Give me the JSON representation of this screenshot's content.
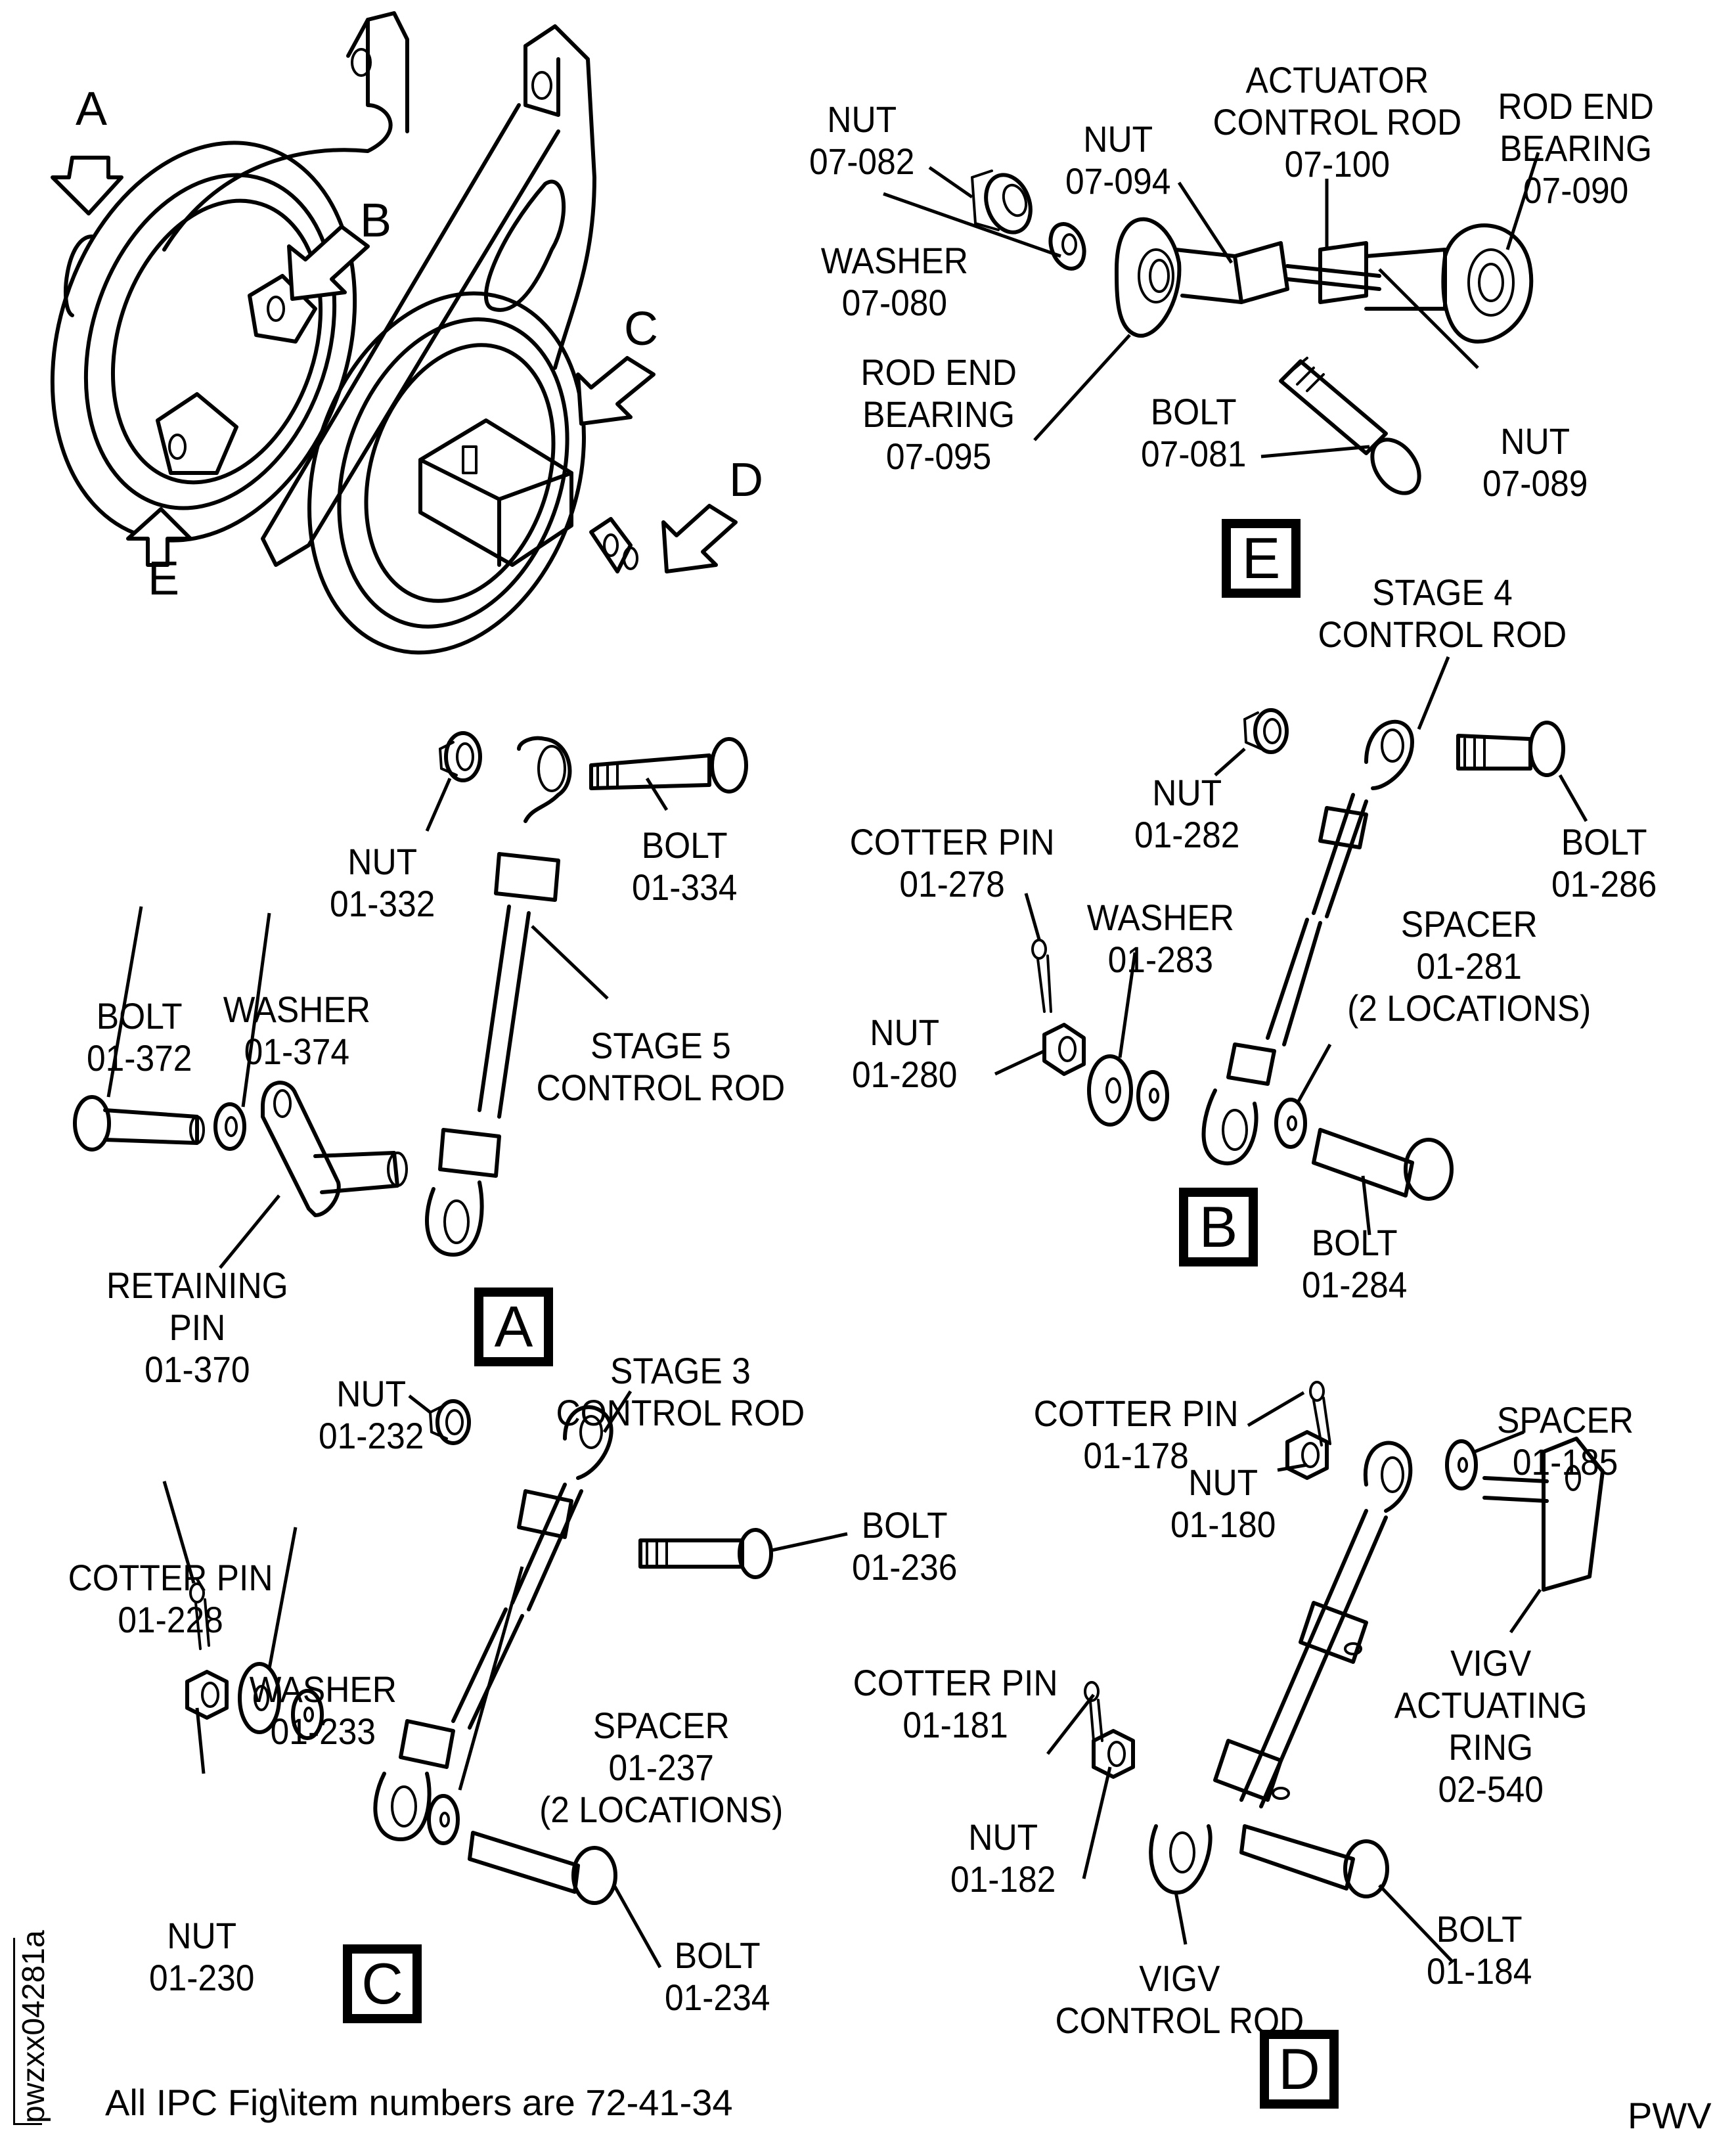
{
  "figure": {
    "footnote": "All IPC Fig\\item numbers are 72-41-34",
    "drawing_code": "pwzxx04281a",
    "source_mark": "PWV"
  },
  "overview": {
    "arrows": [
      {
        "letter": "A"
      },
      {
        "letter": "B"
      },
      {
        "letter": "C"
      },
      {
        "letter": "D"
      },
      {
        "letter": "E"
      }
    ]
  },
  "views": {
    "E": {
      "title": "E",
      "parts": [
        {
          "name": "NUT",
          "number": "07-082"
        },
        {
          "name": "NUT",
          "number": "07-094"
        },
        {
          "name": "ACTUATOR CONTROL ROD",
          "line1": "ACTUATOR",
          "line2": "CONTROL ROD",
          "number": "07-100"
        },
        {
          "name": "ROD END BEARING",
          "line1": "ROD END",
          "line2": "BEARING",
          "number": "07-090"
        },
        {
          "name": "WASHER",
          "number": "07-080"
        },
        {
          "name": "ROD END BEARING",
          "line1": "ROD END",
          "line2": "BEARING",
          "number": "07-095"
        },
        {
          "name": "BOLT",
          "number": "07-081"
        },
        {
          "name": "NUT",
          "number": "07-089"
        }
      ]
    },
    "B": {
      "title": "B",
      "parts": [
        {
          "name": "STAGE 4 CONTROL ROD",
          "line1": "STAGE 4",
          "line2": "CONTROL ROD"
        },
        {
          "name": "NUT",
          "number": "01-282"
        },
        {
          "name": "BOLT",
          "number": "01-286"
        },
        {
          "name": "COTTER PIN",
          "number": "01-278"
        },
        {
          "name": "WASHER",
          "number": "01-283"
        },
        {
          "name": "SPACER",
          "number": "01-281",
          "note": "(2 LOCATIONS)"
        },
        {
          "name": "NUT",
          "number": "01-280"
        },
        {
          "name": "BOLT",
          "number": "01-284"
        }
      ]
    },
    "A": {
      "title": "A",
      "parts": [
        {
          "name": "NUT",
          "number": "01-332"
        },
        {
          "name": "BOLT",
          "number": "01-334"
        },
        {
          "name": "BOLT",
          "number": "01-372"
        },
        {
          "name": "WASHER",
          "number": "01-374"
        },
        {
          "name": "STAGE 5 CONTROL ROD",
          "line1": "STAGE 5",
          "line2": "CONTROL ROD"
        },
        {
          "name": "RETAINING PIN",
          "line1": "RETAINING",
          "line2": "PIN",
          "number": "01-370"
        }
      ]
    },
    "C": {
      "title": "C",
      "parts": [
        {
          "name": "NUT",
          "number": "01-232"
        },
        {
          "name": "STAGE 3 CONTROL ROD",
          "line1": "STAGE 3",
          "line2": "CONTROL ROD"
        },
        {
          "name": "BOLT",
          "number": "01-236"
        },
        {
          "name": "COTTER PIN",
          "number": "01-228"
        },
        {
          "name": "WASHER",
          "number": "01-233"
        },
        {
          "name": "SPACER",
          "number": "01-237",
          "note": "(2 LOCATIONS)"
        },
        {
          "name": "NUT",
          "number": "01-230"
        },
        {
          "name": "BOLT",
          "number": "01-234"
        }
      ]
    },
    "D": {
      "title": "D",
      "parts": [
        {
          "name": "COTTER PIN",
          "number": "01-178"
        },
        {
          "name": "SPACER",
          "number": "01-185"
        },
        {
          "name": "NUT",
          "number": "01-180"
        },
        {
          "name": "COTTER PIN",
          "number": "01-181"
        },
        {
          "name": "VIGV ACTUATING RING",
          "line1": "VIGV",
          "line2": "ACTUATING",
          "line3": "RING",
          "number": "02-540"
        },
        {
          "name": "NUT",
          "number": "01-182"
        },
        {
          "name": "BOLT",
          "number": "01-184"
        },
        {
          "name": "VIGV CONTROL ROD",
          "line1": "VIGV",
          "line2": "CONTROL ROD"
        }
      ]
    }
  }
}
